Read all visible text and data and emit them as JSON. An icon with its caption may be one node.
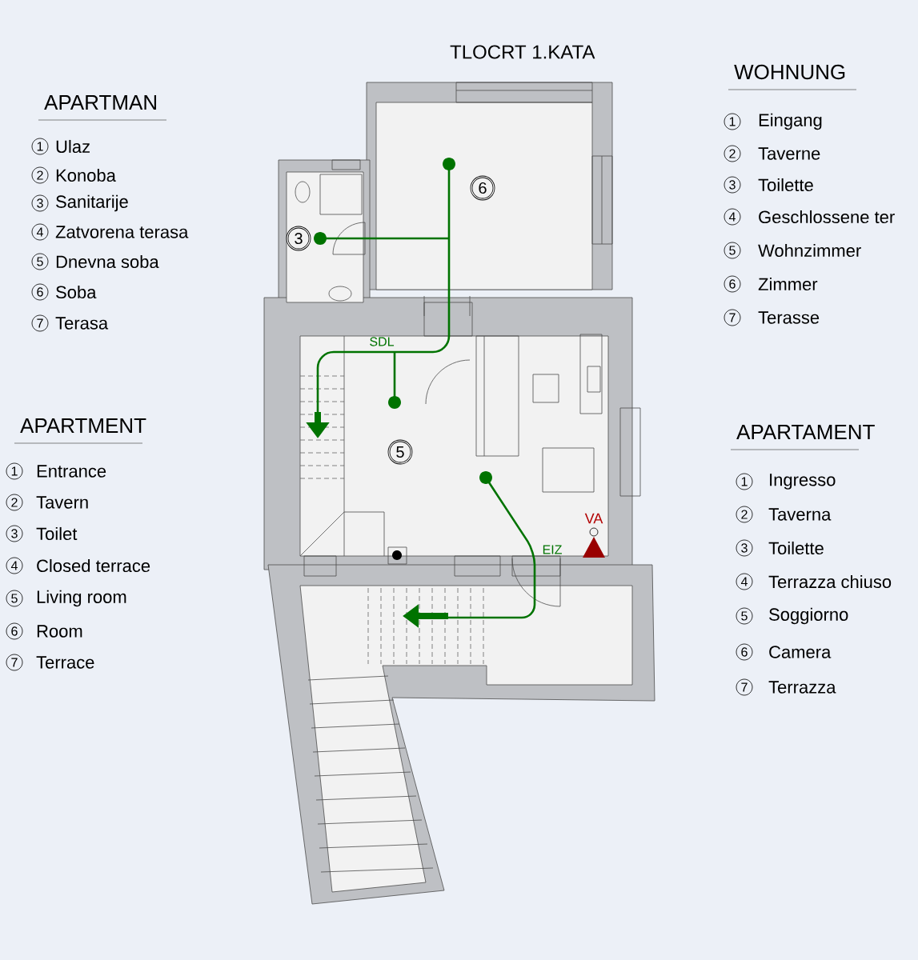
{
  "diagram": {
    "title": "TLOCRT 1.KATA",
    "labels": [
      "APARTMAN",
      "1",
      "Ulaz",
      "2",
      "Konoba",
      "3",
      "Sanitarije",
      "4",
      "Zatvorena terasa",
      "5",
      "Dnevna soba",
      "6",
      "Soba",
      "7",
      "Terasa",
      "WOHNUNG",
      "1",
      "Eingang",
      "2",
      "Taverne",
      "3",
      "Toilette",
      "4",
      "Geschlossene ter",
      "5",
      "Wohnzimmer",
      "6",
      "Zimmer",
      "7",
      "Terasse",
      "APARTMENT",
      "1",
      "Entrance",
      "2",
      "Tavern",
      "3",
      "Toilet",
      "4",
      "Closed terrace",
      "5",
      "Living room",
      "6",
      "Room",
      "7",
      "Terrace",
      "APARTAMENT",
      "1",
      "Ingresso",
      "2",
      "Taverna",
      "3",
      "Toilette",
      "4",
      "Terrazza chiuso",
      "5",
      "Soggiorno",
      "6",
      "Camera",
      "7",
      "Terrazza",
      "6",
      "3",
      "SDL",
      "5",
      "VA",
      "EIZ"
    ]
  }
}
